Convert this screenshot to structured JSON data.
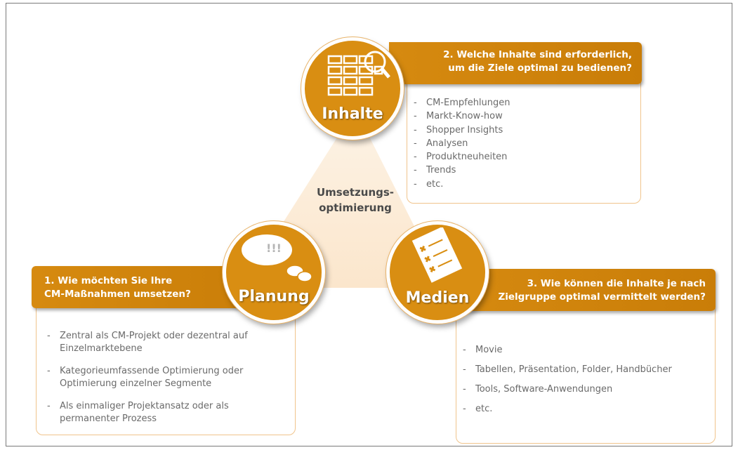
{
  "center": {
    "line1": "Umsetzungs-",
    "line2": "optimierung"
  },
  "inhalte": {
    "circle_label": "Inhalte",
    "icon": "calendar-search-icon",
    "title_line1": "2. Welche Inhalte sind erforderlich,",
    "title_line2": "um die Ziele optimal zu bedienen?",
    "items": [
      "CM-Empfehlungen",
      "Markt-Know-how",
      "Shopper Insights",
      "Analysen",
      "Produktneuheiten",
      "Trends",
      "etc."
    ]
  },
  "planung": {
    "circle_label": "Planung",
    "icon": "speech-bubble-icon",
    "bubble_text": "!!!",
    "title_line1": "1.  Wie möchten Sie Ihre",
    "title_line2": "CM-Maßnahmen umsetzen?",
    "items": [
      {
        "line1": "Zentral als CM-Projekt oder dezentral auf",
        "line2": "Einzelmarktebene"
      },
      {
        "line1": "Kategorieumfassende Optimierung oder",
        "line2": "Optimierung einzelner Segmente"
      },
      {
        "line1": "Als einmaliger Projektansatz oder als",
        "line2": "permanenter Prozess"
      }
    ]
  },
  "medien": {
    "circle_label": "Medien",
    "icon": "checklist-icon",
    "title_line1": "3. Wie können die Inhalte je nach",
    "title_line2": "Zielgruppe optimal vermittelt werden?",
    "items": [
      "Movie",
      "Tabellen, Präsentation, Folder, Handbücher",
      "Tools, Software-Anwendungen",
      "etc."
    ]
  },
  "colors": {
    "accent": "#d98e12",
    "triangle": "#fbe8cf",
    "border": "#f0c48c"
  }
}
